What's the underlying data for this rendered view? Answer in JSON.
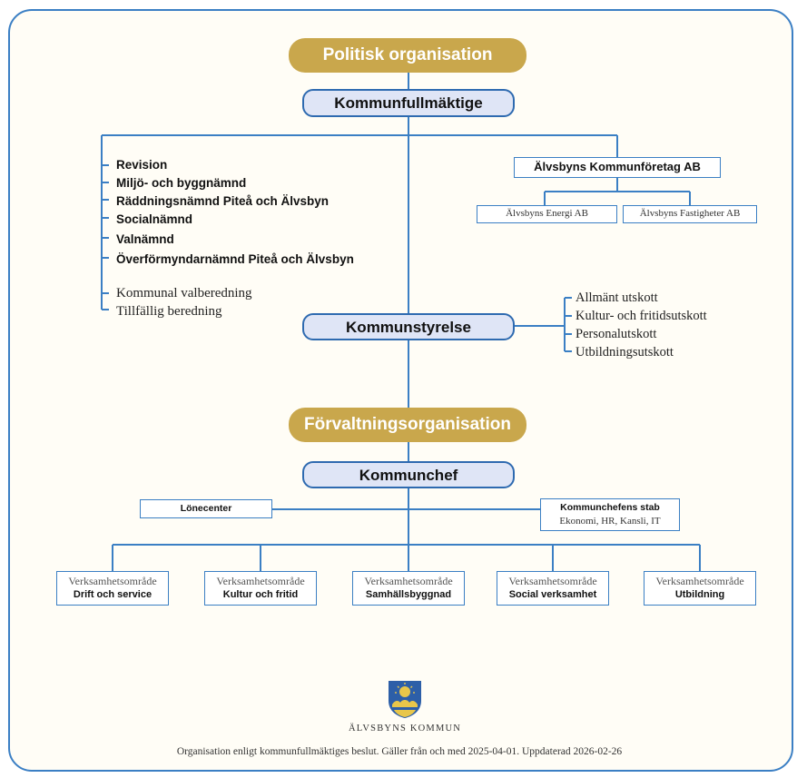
{
  "sections": {
    "political": "Politisk organisation",
    "administrative": "Förvaltningsorganisation"
  },
  "council": "Kommunfullmäktige",
  "boards": [
    "Revision",
    "Miljö- och byggnämnd",
    "Räddningsnämnd Piteå och Älvsbyn",
    "Socialnämnd",
    "Valnämnd",
    "Överförmyndarnämnd Piteå och Älvsbyn"
  ],
  "preparations": [
    "Kommunal valberedning",
    "Tillfällig beredning"
  ],
  "company": {
    "parent": "Älvsbyns Kommunföretag AB",
    "subsidiaries": [
      "Älvsbyns Energi AB",
      "Älvsbyns Fastigheter AB"
    ]
  },
  "executive_board": "Kommunstyrelse",
  "committees": [
    "Allmänt utskott",
    "Kultur- och fritidsutskott",
    "Personalutskott",
    "Utbildningsutskott"
  ],
  "municipal_manager": "Kommunchef",
  "payroll_center": "Lönecenter",
  "staff": {
    "title": "Kommunchefens stab",
    "units": "Ekonomi, HR, Kansli, IT"
  },
  "areas": [
    {
      "label": "Verksamhetsområde",
      "name": "Drift och service"
    },
    {
      "label": "Verksamhetsområde",
      "name": "Kultur och fritid"
    },
    {
      "label": "Verksamhetsområde",
      "name": "Samhällsbyggnad"
    },
    {
      "label": "Verksamhetsområde",
      "name": "Social verksamhet"
    },
    {
      "label": "Verksamhetsområde",
      "name": "Utbildning"
    }
  ],
  "logo_text": "ÄLVSBYNS KOMMUN",
  "footer": "Organisation enligt kommunfullmäktiges beslut. Gäller från och med 2025-04-01. Uppdaterad 2026-02-26",
  "colors": {
    "line": "#3b7fc4",
    "gold": "#c9a74c",
    "pill_fill": "#dfe5f6",
    "background": "#fffdf6"
  }
}
